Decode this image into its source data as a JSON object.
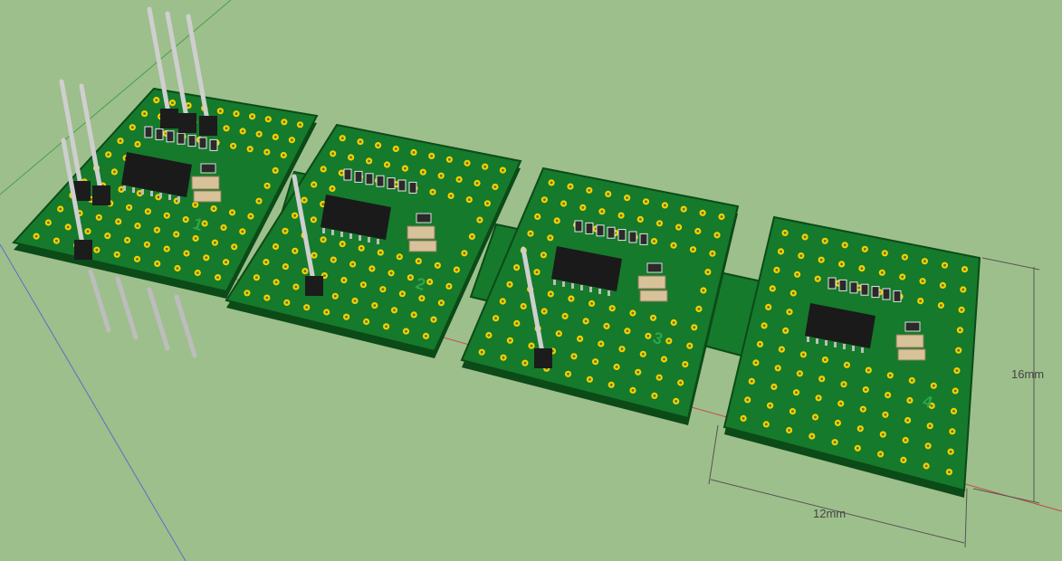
{
  "scene": {
    "background": "#9dbf8c",
    "pcb_color": "#157a2b",
    "pcb_edge_color": "#0c4a18",
    "pad_color": "#f2d200",
    "chip_color": "#1a1a1a",
    "capacitor_color": "#d8c29a",
    "pin_color": "#bdbdbd"
  },
  "boards": [
    {
      "label": "1"
    },
    {
      "label": "2"
    },
    {
      "label": "3"
    },
    {
      "label": "4"
    }
  ],
  "dimensions": {
    "width_label": "12mm",
    "height_label": "16mm"
  }
}
